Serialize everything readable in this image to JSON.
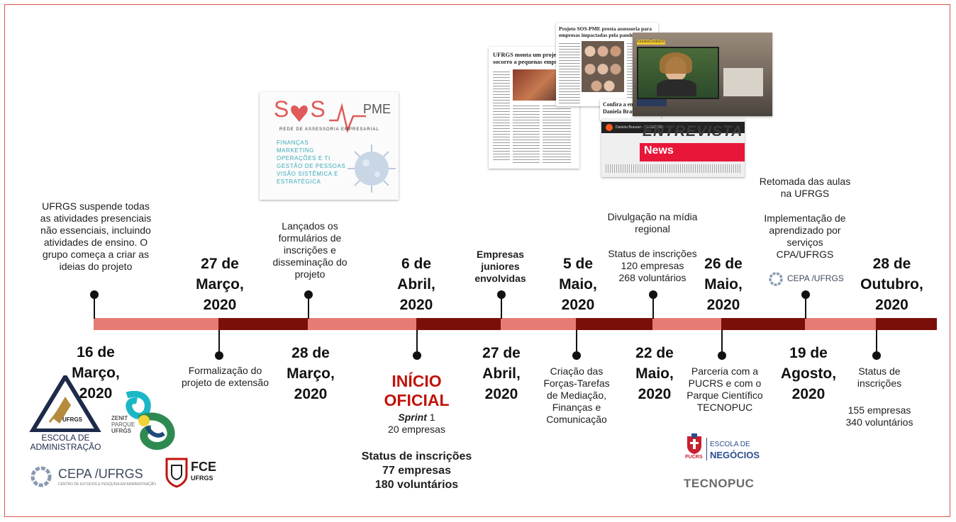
{
  "timeline": {
    "colors": {
      "light": "#e67a74",
      "dark": "#7a0f0a",
      "red_text": "#c0140c"
    },
    "segments": [
      "light",
      "dark",
      "light",
      "dark",
      "light",
      "dark",
      "light",
      "dark",
      "light",
      "dark"
    ]
  },
  "events_above": [
    {
      "id": "e1",
      "text": "UFRGS suspende todas as atividades presenciais não essenciais, incluindo atividades de ensino. O grupo começa a criar as ideias do projeto"
    },
    {
      "id": "e3",
      "text": "Lançados os formulários de inscrições e disseminação do projeto"
    },
    {
      "id": "e5",
      "text": "Empresas juniores envolvidas"
    },
    {
      "id": "e7a",
      "text": "Divulgação na mídia regional"
    },
    {
      "id": "e7b",
      "text": "Status de inscrições"
    },
    {
      "id": "e7c",
      "text": "120 empresas"
    },
    {
      "id": "e7d",
      "text": "268 voluntários"
    },
    {
      "id": "e9a",
      "text": "Retomada das aulas na UFRGS"
    },
    {
      "id": "e9b",
      "text": "Implementação de aprendizado por serviços CPA/UFRGS"
    }
  ],
  "dates_above": [
    {
      "id": "d2",
      "lines": [
        "27 de",
        "Março,",
        "2020"
      ]
    },
    {
      "id": "d4",
      "lines": [
        "6 de",
        "Abril,",
        "2020"
      ]
    },
    {
      "id": "d6",
      "lines": [
        "5 de",
        "Maio,",
        "2020"
      ]
    },
    {
      "id": "d8",
      "lines": [
        "26 de",
        "Maio,",
        "2020"
      ]
    },
    {
      "id": "d10",
      "lines": [
        "28 de",
        "Outubro,",
        "2020"
      ]
    }
  ],
  "dates_below": [
    {
      "id": "d1",
      "lines": [
        "16 de",
        "Março,",
        "2020"
      ]
    },
    {
      "id": "d3",
      "lines": [
        "28 de",
        "Março,",
        "2020"
      ]
    },
    {
      "id": "d5",
      "lines": [
        "27 de",
        "Abril,",
        "2020"
      ]
    },
    {
      "id": "d7",
      "lines": [
        "22 de",
        "Maio,",
        "2020"
      ]
    },
    {
      "id": "d9",
      "lines": [
        "19 de",
        "Agosto,",
        "2020"
      ]
    }
  ],
  "events_below": {
    "formalizacao": "Formalização do projeto de extensão",
    "inicio_1": "INÍCIO",
    "inicio_2": "OFICIAL",
    "sprint_word": "Sprint",
    "sprint_num": "1",
    "sprint_empresas": "20 empresas",
    "status_title": "Status de inscrições",
    "status_empresas": "77 empresas",
    "status_voluntarios": "180 voluntários",
    "forcas": "Criação das Forças-Tarefas de Mediação, Finanças e Comunicação",
    "parceria": "Parceria com a PUCRS e com o Parque Científico TECNOPUC",
    "status2_title": "Status de inscrições",
    "status2_empresas": "155 empresas",
    "status2_voluntarios": "340 voluntários"
  },
  "logos": {
    "ufrgs_small": "UFRGS",
    "escola_1": "ESCOLA DE",
    "escola_2": "ADMINISTRAÇÃO",
    "zenit_1": "ZENIT",
    "zenit_2": "PARQUE",
    "zenit_3": "UFRGS",
    "cepa": "CEPA /UFRGS",
    "cepa_sub": "CENTRO DE ESTUDOS E PESQUISA EM ADMINISTRAÇÃO",
    "fce_1": "FCE",
    "fce_2": "UFRGS",
    "pucrs_small": "PUCRS",
    "escola_neg_1": "ESCOLA DE",
    "escola_neg_2": "NEGÓCIOS",
    "tecnopuc": "TECNOPUC"
  },
  "sos_card": {
    "logo_a": "S",
    "logo_b": "S",
    "logo_pme": "PME",
    "subtitle": "REDE DE ASSESSORIA EMPRESARIAL",
    "items": [
      "FINANÇAS",
      "MARKETING",
      "OPERAÇÕES E TI",
      "GESTÃO DE PESSOAS",
      "VISÃO SISTÊMICA E",
      "ESTRATÉGICA"
    ]
  },
  "media": {
    "article_left_title": "UFRGS monta um projeto de socorro a pequenas empresas",
    "article_mid_title": "Projeto SOS-PME presta assessoria para empresas impactadas pela pandemia",
    "confira": "Confira a en",
    "daniela": "Daniela Brau",
    "entrevista": "ENTREVISTA",
    "news": "News",
    "player_name": "Daniela Brauner - 01/05/2020",
    "hashtag": "#JuntosContraOVírus"
  }
}
